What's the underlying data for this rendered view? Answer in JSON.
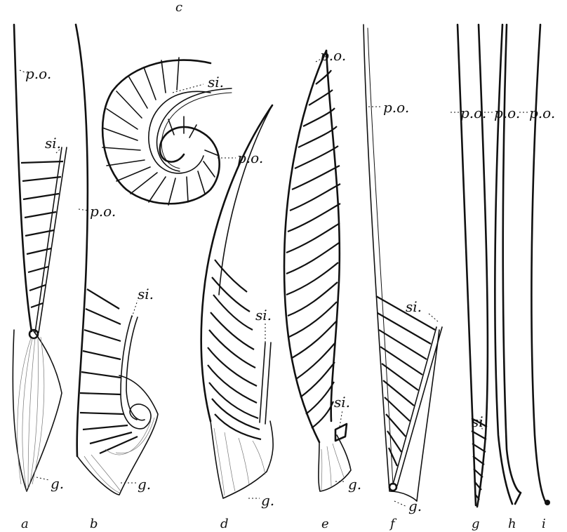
{
  "figure": {
    "panel_letters": [
      "a",
      "b",
      "c",
      "d",
      "e",
      "f",
      "g",
      "h",
      "i"
    ],
    "labels": {
      "po": "p.o.",
      "si": "si.",
      "g": "g."
    }
  }
}
